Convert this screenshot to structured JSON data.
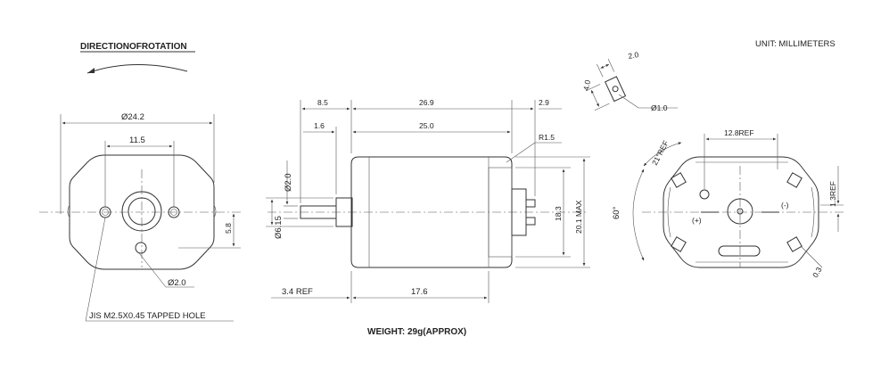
{
  "header": {
    "direction_title": "DIRECTIONOFROTATION",
    "unit_label": "UNIT: MILLIMETERS"
  },
  "front_view": {
    "dim_overall_dia": "Ø24.2",
    "dim_hole_spacing": "11.5",
    "dim_offset": "5.8",
    "dim_small_hole": "Ø2.0",
    "note_tapped_hole": "JIS M2.5X0.45 TAPPED HOLE"
  },
  "side_view": {
    "dim_shaft_len": "8.5",
    "dim_body_len": "26.9",
    "dim_terminal_len": "2.9",
    "dim_boss_len": "1.6",
    "dim_can_len": "25.0",
    "dim_radius": "R1.5",
    "dim_shaft_dia": "Ø2.0",
    "dim_boss_dia": "Ø6.15",
    "dim_height": "18.3",
    "dim_height_max": "20.1 MAX",
    "dim_ref_left": "3.4 REF",
    "dim_bottom_len": "17.6"
  },
  "terminal_detail": {
    "dim_width": "2.0",
    "dim_height": "4.0",
    "dim_hole": "Ø1.0"
  },
  "rear_view": {
    "dim_width_ref": "12.8REF",
    "dim_angle_ref": "21°REF",
    "dim_angle": "60°",
    "dim_right_ref": "1.3REF",
    "dim_small": "0.3",
    "label_plus": "(+)",
    "label_minus": "(-)"
  },
  "footer": {
    "weight": "WEIGHT: 29g(APPROX)"
  }
}
